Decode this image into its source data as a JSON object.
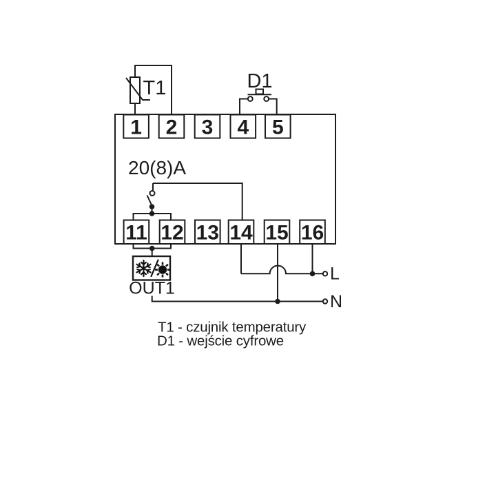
{
  "diagram": {
    "sensor": {
      "label": "T1"
    },
    "digital_input": {
      "label": "D1"
    },
    "relay_rating": "20(8)A",
    "output": {
      "label": "OUT1"
    },
    "terminals_top": [
      "1",
      "2",
      "3",
      "4",
      "5"
    ],
    "terminals_bottom": [
      "11",
      "12",
      "13",
      "14",
      "15",
      "16"
    ],
    "power_lines": {
      "line": "L",
      "neutral": "N"
    },
    "legend": [
      "T1 - czujnik temperatury",
      "D1 - wejście cyfrowe"
    ],
    "icons": {
      "cooling": "snowflake-icon",
      "heating": "sun-icon"
    },
    "colors": {
      "stroke": "#1c1c1c",
      "background": "#ffffff",
      "icon_fill": "#111111"
    }
  }
}
